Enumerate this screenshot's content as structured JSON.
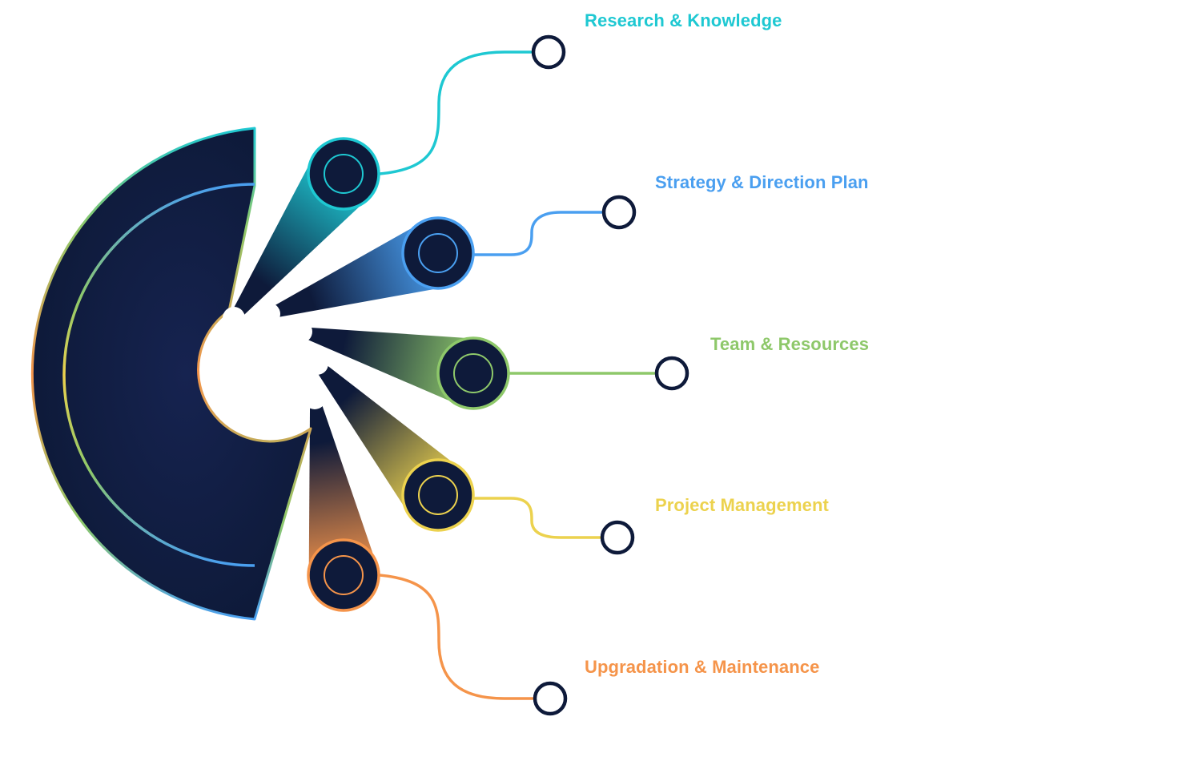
{
  "colors": {
    "background": "#ffffff",
    "hub": "#0e1a3a",
    "node_fill": "#0e1a3a"
  },
  "items": [
    {
      "label": "Research & Knowledge",
      "color": "#1ec8d2"
    },
    {
      "label": "Strategy & Direction Plan",
      "color": "#4a9ff0"
    },
    {
      "label": "Team & Resources",
      "color": "#8ec86a"
    },
    {
      "label": "Project Management",
      "color": "#ecd24e"
    },
    {
      "label": "Upgradation & Maintenance",
      "color": "#f5944a"
    }
  ]
}
